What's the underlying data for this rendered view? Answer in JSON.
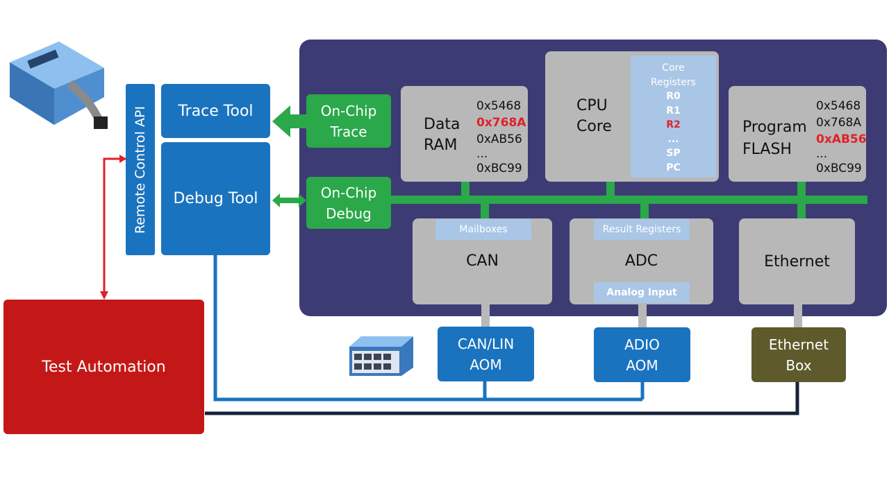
{
  "left_tools": {
    "remote_control_api": "Remote Control API",
    "trace_tool": "Trace Tool",
    "debug_tool": "Debug Tool",
    "test_automation": "Test Automation"
  },
  "on_chip": {
    "trace": [
      "On-Chip",
      "Trace"
    ],
    "debug": [
      "On-Chip",
      "Debug"
    ]
  },
  "data_ram": {
    "label": [
      "Data",
      "RAM"
    ],
    "addresses": [
      "0x5468",
      "0x768A",
      "0xAB56",
      "...",
      "0xBC99"
    ],
    "highlighted_index": 1
  },
  "cpu": {
    "label": [
      "CPU",
      "Core"
    ],
    "registers_title": [
      "Core",
      "Registers"
    ],
    "registers": [
      "R0",
      "R1",
      "R2",
      "...",
      "SP",
      "PC"
    ],
    "highlighted_index": 2
  },
  "program_flash": {
    "label": [
      "Program",
      "FLASH"
    ],
    "addresses": [
      "0x5468",
      "0x768A",
      "0xAB56",
      "...",
      "0xBC99"
    ],
    "highlighted_index": 2
  },
  "peripherals": {
    "can": {
      "label": "CAN",
      "sub": "Mailboxes"
    },
    "adc": {
      "label": "ADC",
      "top": "Result Registers",
      "bottom": "Analog Input"
    },
    "ethernet": {
      "label": "Ethernet"
    }
  },
  "modules": {
    "can_lin_aom": [
      "CAN/LIN",
      "AOM"
    ],
    "adio_aom": [
      "ADIO",
      "AOM"
    ],
    "ethernet_box": [
      "Ethernet",
      "Box"
    ]
  },
  "colors": {
    "ecu_board": "#3d3b73",
    "tool_blue": "#1a73be",
    "on_chip_green": "#2aa84a",
    "block_gray": "#b8b8b8",
    "register_blue": "#a9c6e6",
    "highlight_red": "#e0202a",
    "test_automation_red": "#c41818",
    "ethernet_box_olive": "#5e5a2c"
  }
}
